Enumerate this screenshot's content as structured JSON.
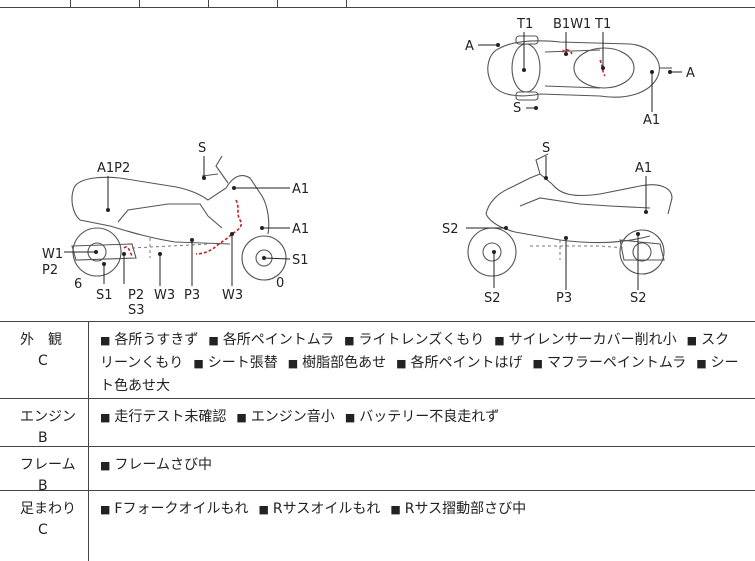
{
  "diagram": {
    "top_view_labels": [
      "A",
      "T1",
      "B1W1",
      "T1",
      "A",
      "S",
      "A1"
    ],
    "left_view_labels": [
      "S",
      "A1P2",
      "A1",
      "A1",
      "S1",
      "W1",
      "P2",
      "6",
      "S1",
      "P2",
      "S3",
      "W3",
      "P3",
      "W3",
      "0"
    ],
    "right_view_labels": [
      "S",
      "A1",
      "S2",
      "S2",
      "P3",
      "S2"
    ]
  },
  "sections": [
    {
      "category": "外　観",
      "grade": "C",
      "items": [
        "各所うすきず",
        "各所ペイントムラ",
        "ライトレンズくもり",
        "サイレンサーカバー削れ小",
        "スクリーンくもり",
        "シート張替",
        "樹脂部色あせ",
        "各所ペイントはげ",
        "マフラーペイントムラ",
        "シート色あせ大"
      ]
    },
    {
      "category": "エンジン",
      "grade": "B",
      "items": [
        "走行テスト未確認",
        "エンジン音小",
        "バッテリー不良走れず"
      ]
    },
    {
      "category": "フレーム",
      "grade": "B",
      "items": [
        "フレームさび中"
      ]
    },
    {
      "category": "足まわり",
      "grade": "C",
      "items": [
        "Fフォークオイルもれ",
        "Rサスオイルもれ",
        "Rサス摺動部さび中"
      ]
    }
  ],
  "bullet_glyph": "■",
  "colors": {
    "border": "#444444",
    "damage": "#c0202a",
    "text": "#222222"
  }
}
